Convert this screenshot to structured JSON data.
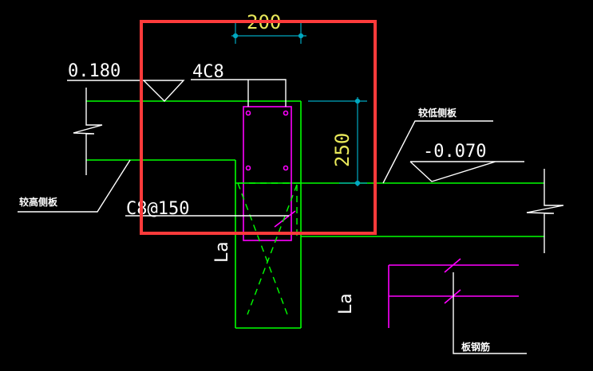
{
  "labels": {
    "dim_width": "200",
    "dim_height": "250",
    "rebar_top": "4C8",
    "stirrup": "C8@150",
    "elev_high": "0.180",
    "elev_low": "-0.070",
    "anchor_left": "La",
    "anchor_right": "La",
    "side_high": "较高侧板",
    "side_low": "较低侧板",
    "slab_rebar": "板钢筋"
  },
  "colors": {
    "background": "#000000",
    "white": "#ffffff",
    "green": "#00ff00",
    "magenta": "#ff00ff",
    "cyan": "#00a8c0",
    "yellow": "#e8e85a",
    "highlight": "#ff3b3b"
  }
}
